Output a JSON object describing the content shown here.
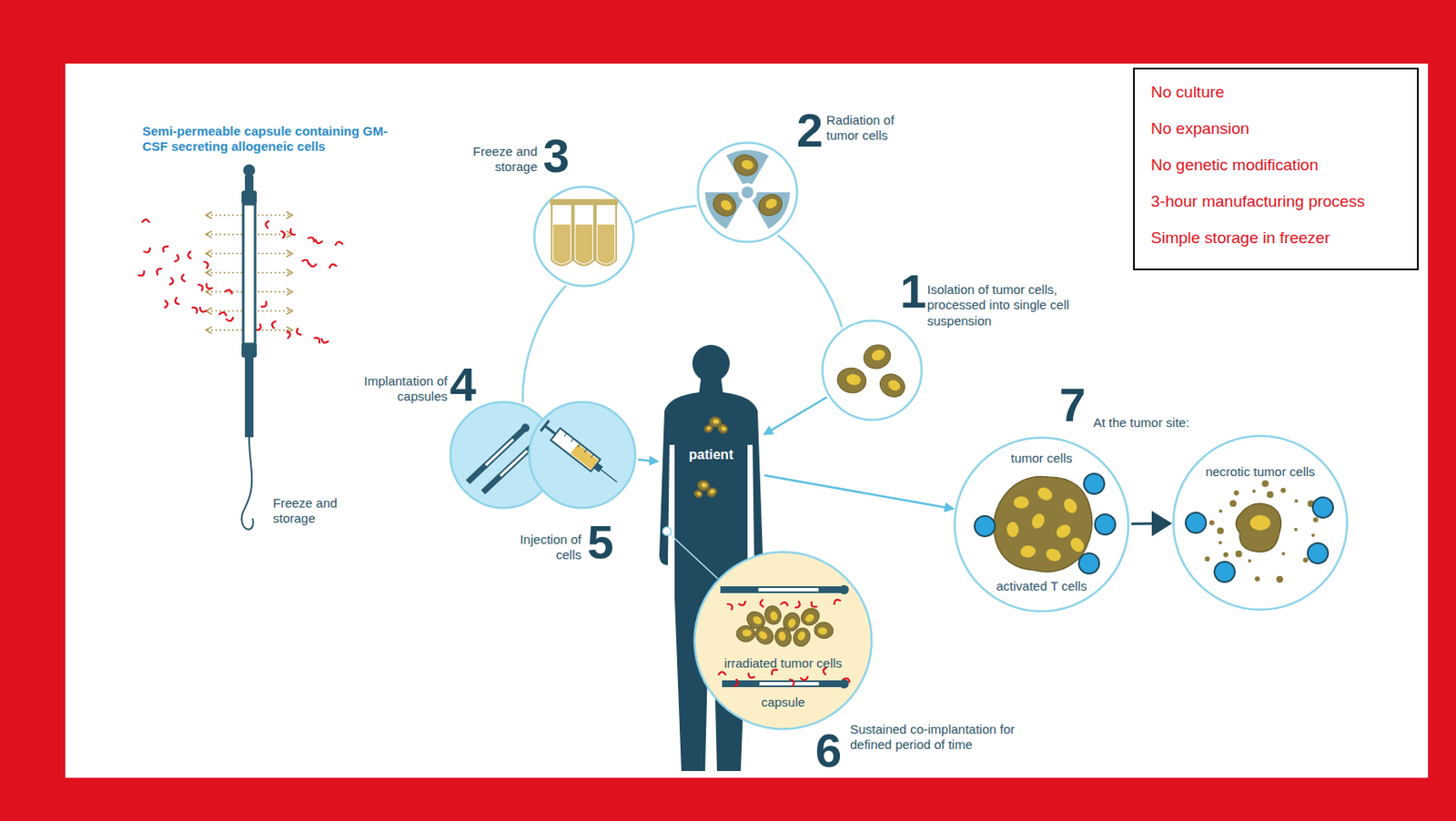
{
  "diagram": {
    "nodes": [
      {
        "text": [
          "1",
          "Isolation of tumor cells, processed into single cell suspension"
        ]
      },
      {
        "text": [
          "2",
          "Radiation of tumor cells"
        ]
      },
      {
        "text": [
          "3",
          "Freeze and storage"
        ]
      },
      {
        "text": [
          "4",
          "Implantation of capsules"
        ]
      },
      {
        "text": [
          "5",
          "Injection of cells"
        ]
      },
      {
        "text": [
          "patient"
        ]
      },
      {
        "text": [
          "6",
          "Sustained co-implantation for defined period of time",
          "irradiated tumor cells",
          "capsule"
        ]
      },
      {
        "text": [
          "7",
          "At the tumor site:",
          "tumor cells",
          "activated T cells"
        ]
      },
      {
        "text": [
          "necrotic tumor cells"
        ]
      },
      {
        "text": [
          "No culture",
          "No expansion",
          "No genetic modification",
          "3-hour manufacturing process",
          "Simple storage in freezer"
        ]
      }
    ],
    "edges": [
      {
        "from": 0,
        "to": 1,
        "arrow": "none"
      },
      {
        "from": 1,
        "to": 2,
        "arrow": "none"
      },
      {
        "from": 2,
        "to": 3,
        "arrow": "none"
      },
      {
        "from": 4,
        "to": 5,
        "arrow": "to"
      },
      {
        "from": 0,
        "to": 5,
        "arrow": "to"
      },
      {
        "from": 5,
        "to": 7,
        "arrow": "to"
      },
      {
        "from": 7,
        "to": 8,
        "arrow": "to"
      }
    ],
    "labels": [
      "Semi-permeable capsule containing GM-CSF secreting allogeneic cells",
      "Freeze and storage"
    ]
  }
}
